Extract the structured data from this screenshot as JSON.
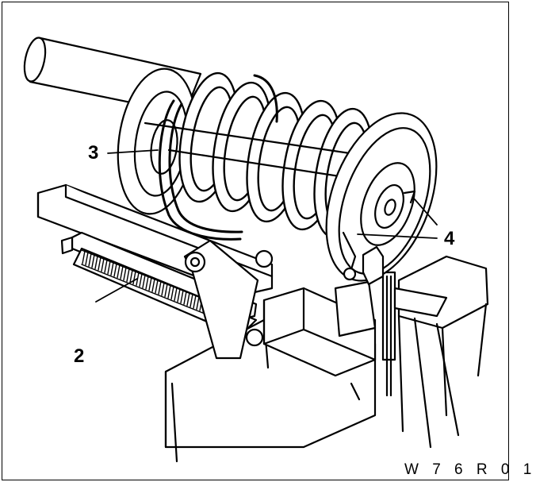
{
  "callouts": {
    "c2": "2",
    "c3": "3",
    "c4": "4"
  },
  "figure_code": "W 7 6 R 0 1",
  "colors": {
    "line": "#000000",
    "background": "#ffffff"
  }
}
